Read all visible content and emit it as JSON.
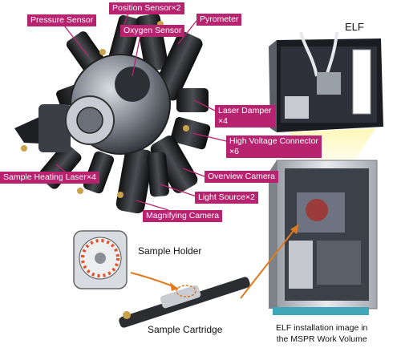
{
  "callouts": {
    "pressure_sensor": "Pressure Sensor",
    "position_sensor": "Position Sensor×2",
    "pyrometer": "Pyrometer",
    "oxygen_sensor": "Oxygen Sensor",
    "laser_damper_1": "Laser Damper",
    "laser_damper_2": "×4",
    "hv_connector_1": "High Voltage Connector",
    "hv_connector_2": "×6",
    "sample_heating_laser": "Sample Heating Laser×4",
    "overview_camera": "Overview Camera",
    "light_source": "Light Source×2",
    "magnifying_camera": "Magnifying Camera"
  },
  "labels": {
    "elf": "ELF",
    "sample_holder": "Sample Holder",
    "sample_cartridge": "Sample Cartridge",
    "install_line1": "ELF installation image in",
    "install_line2": "the MSPR Work Volume"
  },
  "colors": {
    "callout_bg": "#b8236f",
    "callout_text": "#ffffff",
    "leader_line": "#b8236f",
    "arrow": "#e07a1f"
  }
}
